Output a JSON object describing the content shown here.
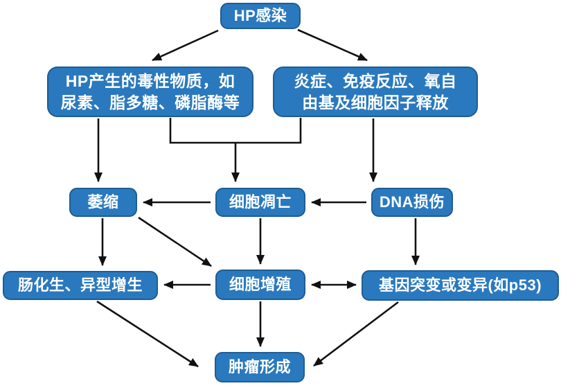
{
  "diagram": {
    "type": "flowchart",
    "language": "zh-CN",
    "colors": {
      "node_fill": "#2A79BE",
      "node_border": "#1E5C94",
      "node_text": "#FFFFFF",
      "arrow": "#111111",
      "background": "#FFFFFF"
    },
    "nodes": {
      "hp": {
        "label": "HP感染"
      },
      "toxins": {
        "label": "HP产生的毒性物质，如\n尿素、脂多糖、磷脂酶等"
      },
      "inflammation": {
        "label": "炎症、免疫反应、氧自\n由基及细胞因子释放"
      },
      "atrophy": {
        "label": "萎缩"
      },
      "apoptosis": {
        "label": "细胞凋亡"
      },
      "dna": {
        "label": "DNA损伤"
      },
      "metaplasia": {
        "label": "肠化生、异型增生"
      },
      "proliferation": {
        "label": "细胞增殖"
      },
      "mutation": {
        "label": "基因突变或变异(如p53)"
      },
      "tumor": {
        "label": "肿瘤形成"
      }
    },
    "edges": [
      {
        "from": "hp",
        "to": "toxins",
        "bidirectional": false
      },
      {
        "from": "hp",
        "to": "inflammation",
        "bidirectional": false
      },
      {
        "from": "toxins",
        "to": "atrophy",
        "bidirectional": false
      },
      {
        "from": "toxins+inflammation",
        "to": "apoptosis",
        "bidirectional": false,
        "style": "merged-elbow"
      },
      {
        "from": "inflammation",
        "to": "dna",
        "bidirectional": false
      },
      {
        "from": "apoptosis",
        "to": "atrophy",
        "bidirectional": false
      },
      {
        "from": "dna",
        "to": "apoptosis",
        "bidirectional": false
      },
      {
        "from": "atrophy",
        "to": "metaplasia",
        "bidirectional": false
      },
      {
        "from": "atrophy",
        "to": "proliferation",
        "bidirectional": false
      },
      {
        "from": "apoptosis",
        "to": "proliferation",
        "bidirectional": false
      },
      {
        "from": "dna",
        "to": "mutation",
        "bidirectional": false
      },
      {
        "from": "proliferation",
        "to": "metaplasia",
        "bidirectional": false
      },
      {
        "from": "proliferation",
        "to": "mutation",
        "bidirectional": true
      },
      {
        "from": "metaplasia",
        "to": "tumor",
        "bidirectional": false
      },
      {
        "from": "proliferation",
        "to": "tumor",
        "bidirectional": false
      },
      {
        "from": "mutation",
        "to": "tumor",
        "bidirectional": false
      }
    ]
  }
}
